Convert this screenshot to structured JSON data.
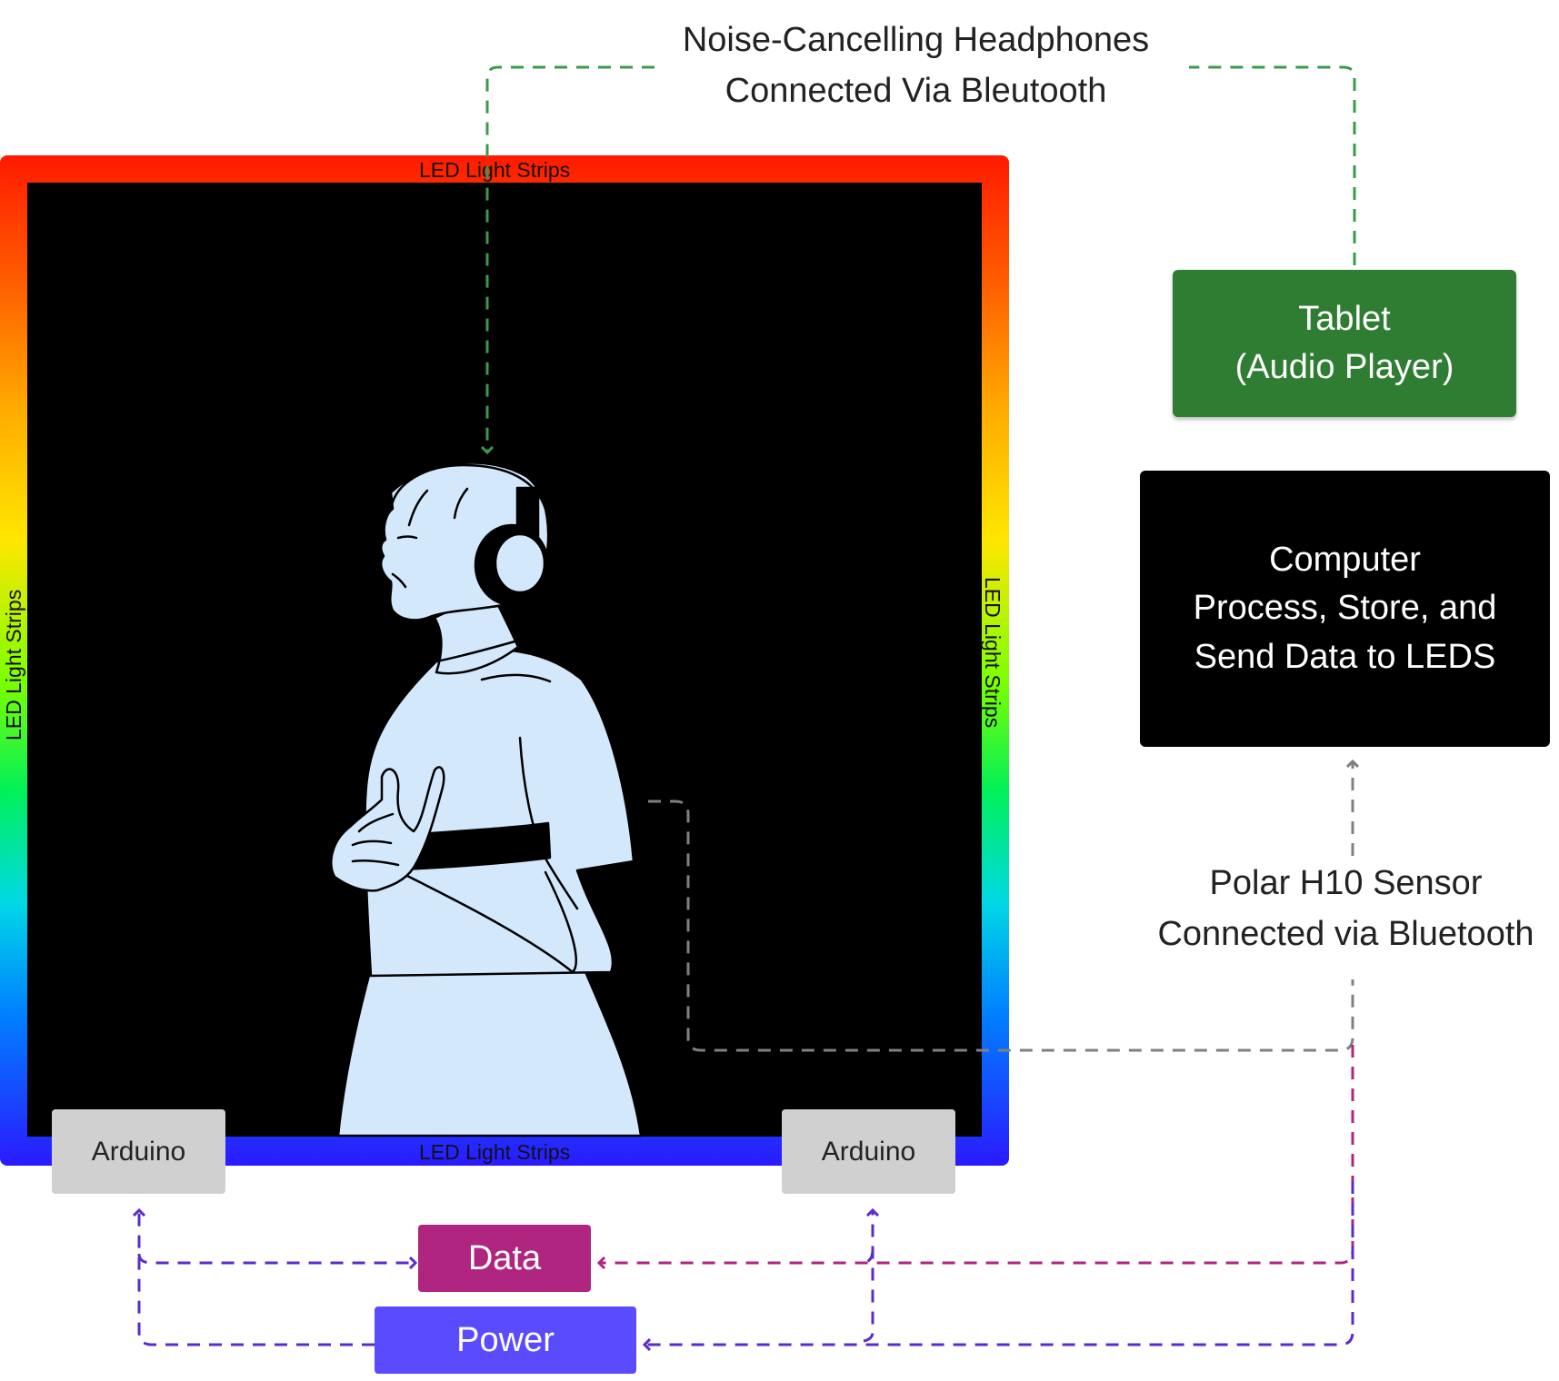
{
  "headphones_label": {
    "line1": "Noise-Cancelling Headphones",
    "line2": "Connected Via Bleutooth"
  },
  "led": {
    "top": "LED Light Strips",
    "bottom": "LED Light Strips",
    "left": "LED Light Strips",
    "right": "LED Light Strips"
  },
  "tablet": {
    "line1": "Tablet",
    "line2": "(Audio Player)"
  },
  "computer": {
    "line1": "Computer",
    "line2": "Process, Store, and",
    "line3": "Send Data to LEDS"
  },
  "sensor_label": {
    "line1": "Polar H10 Sensor",
    "line2": "Connected via Bluetooth"
  },
  "arduino_left": "Arduino",
  "arduino_right": "Arduino",
  "data_box": "Data",
  "power_box": "Power",
  "colors": {
    "tablet": "#2e7d32",
    "computer": "#000000",
    "arduino": "#d0d0d0",
    "data": "#b0257f",
    "power": "#5b4bff",
    "figure": "#d3e9fb",
    "green_line": "#3a9a4a",
    "gray_line": "#808080",
    "purple_line": "#5a2ccf",
    "magenta_line": "#b0257f"
  },
  "icons": [
    "person-with-headphones-illustration",
    "arrow-head"
  ]
}
